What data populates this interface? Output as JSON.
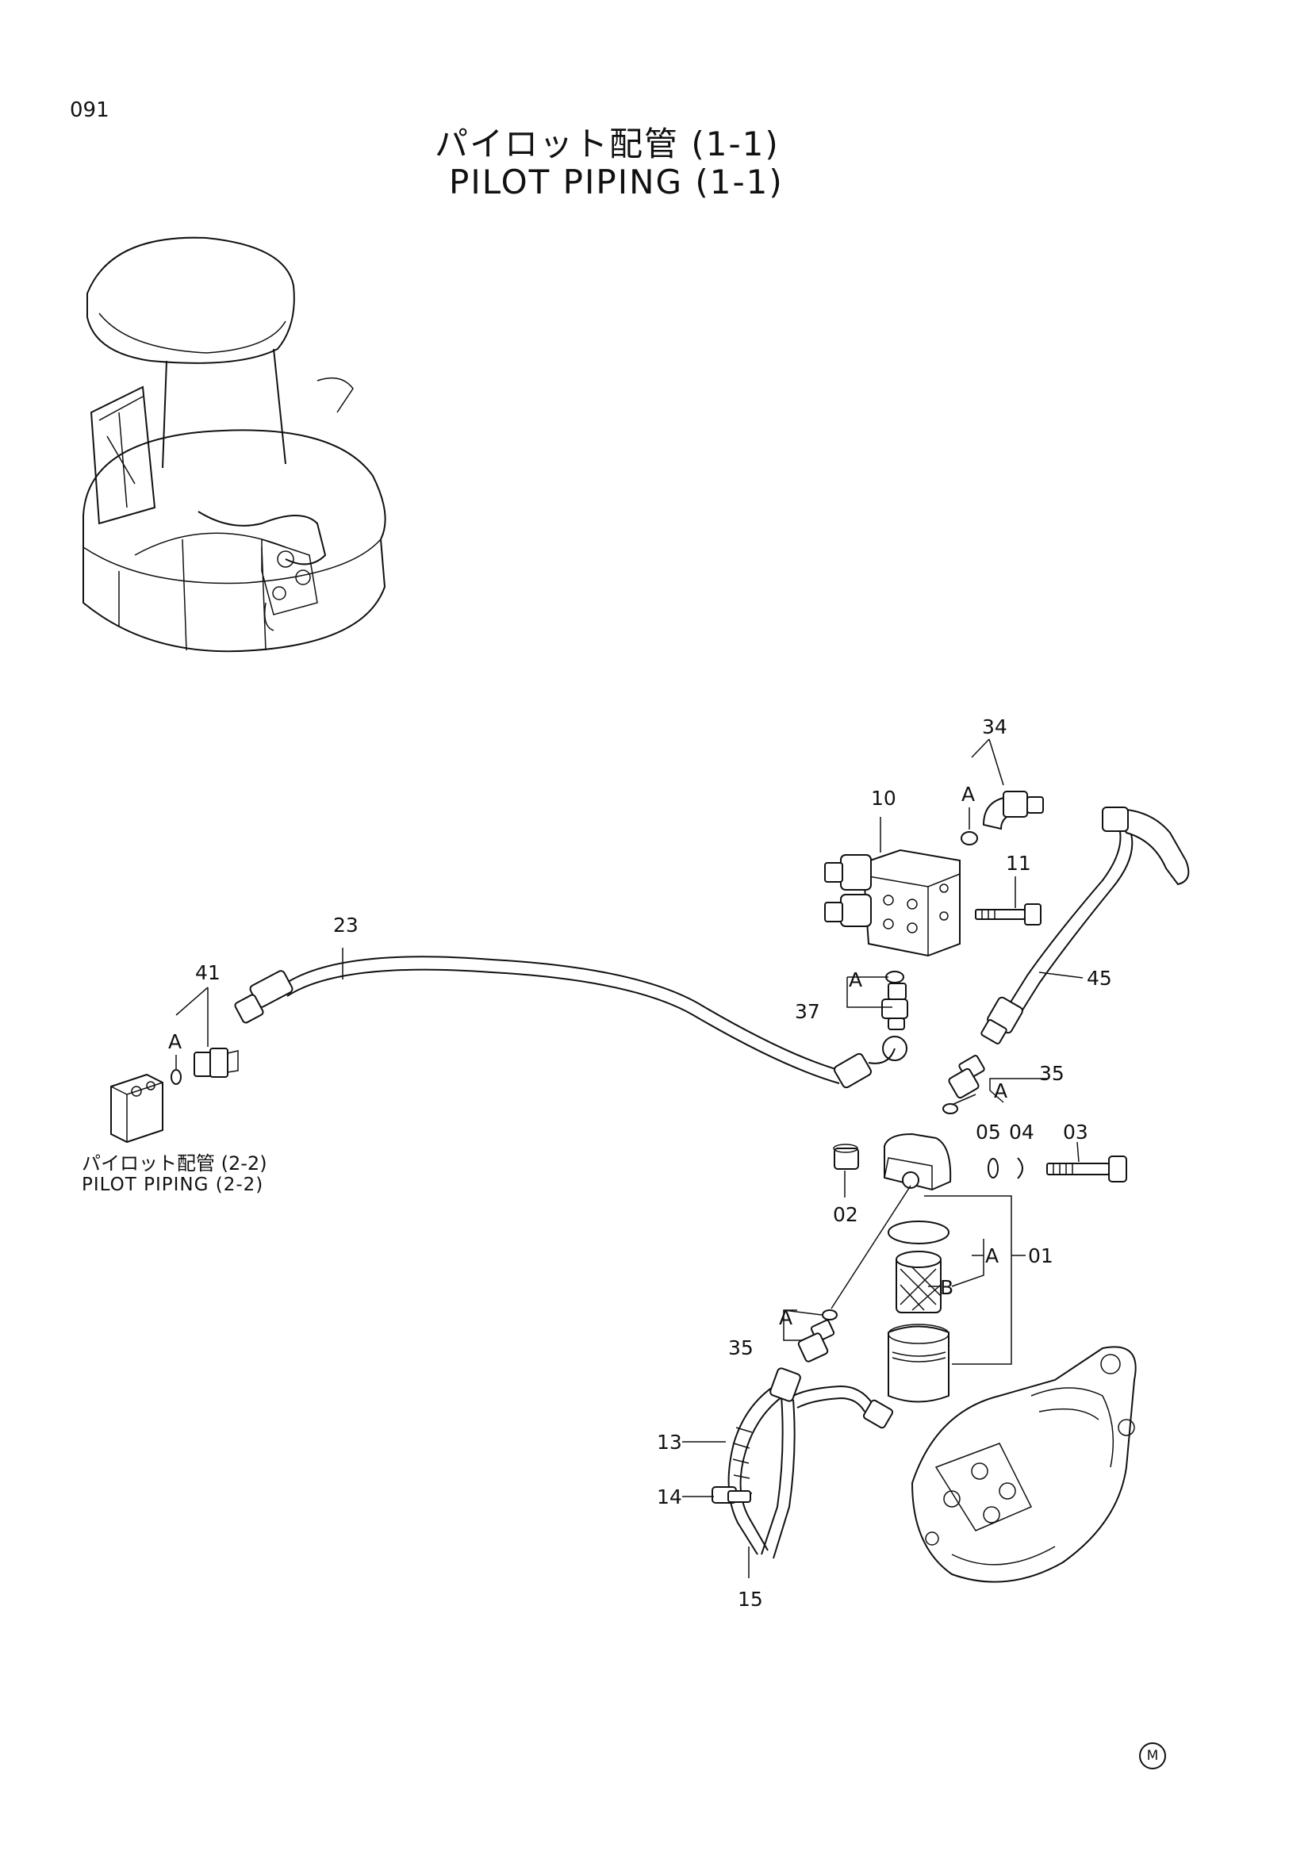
{
  "page_number": "091",
  "title_ja": "パイロット配管 (1-1)",
  "title_en": "PILOT PIPING (1-1)",
  "reference": {
    "ja": "パイロット配管 (2-2)",
    "en": "PILOT PIPING (2-2)"
  },
  "callouts": {
    "p01": "01",
    "p02": "02",
    "p03": "03",
    "p04": "04",
    "p05": "05",
    "p10": "10",
    "p11": "11",
    "p13": "13",
    "p14": "14",
    "p15": "15",
    "p23": "23",
    "p34": "34",
    "p35a": "35",
    "p35b": "35",
    "p37": "37",
    "p41": "41",
    "p45": "45"
  },
  "subgroup_labels": {
    "a1": "A",
    "a2": "A",
    "a3": "A",
    "a4": "A",
    "a5": "A",
    "a6": "A",
    "b1": "B"
  },
  "mark": "M"
}
